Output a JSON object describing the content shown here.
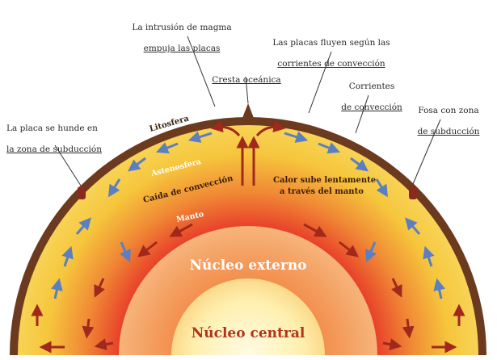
{
  "labels": {
    "magma": [
      "La intrusión de magma",
      "empuja las placas"
    ],
    "flow": [
      "Las placas fluyen según las",
      "corrientes de convección"
    ],
    "ridge": "Cresta oceánica",
    "currents": [
      "Corrientes",
      "de convección"
    ],
    "trench": [
      "Fosa con zona",
      "de subducción"
    ],
    "subduct": [
      "La placa se hunde en",
      "la zona de subducción"
    ],
    "litosfera": "Litosfera",
    "astenosfera": "Astenosfera",
    "caida": "Caída de convección",
    "manto": "Manto",
    "calor": [
      "Calor sube lentamente",
      "a través del manto"
    ],
    "outer_core": "Núcleo externo",
    "inner_core": "Núcleo central"
  },
  "colors": {
    "crust": "#6b3a1f",
    "mantle_outer": "#f6c63c",
    "mantle_inner": "#e8482a",
    "outer_core": "#f5a36a",
    "inner_core": "#fff1b8",
    "arrow_blue": "#5b7fc0",
    "arrow_red": "#a0291c"
  }
}
